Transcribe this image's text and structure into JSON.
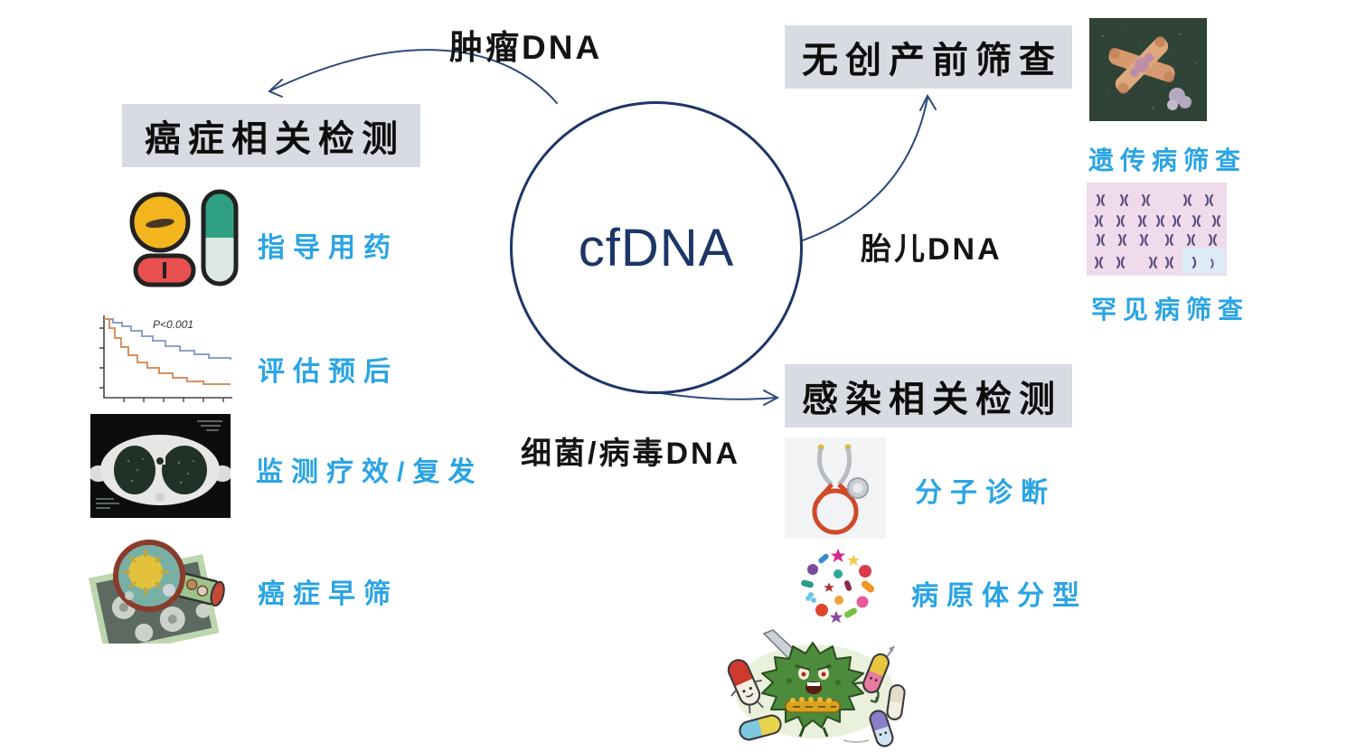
{
  "center": {
    "label": "cfDNA"
  },
  "arrows": {
    "tumor_label": "肿瘤DNA",
    "fetal_label": "胎儿DNA",
    "microbial_label": "细菌/病毒DNA"
  },
  "cancer": {
    "title": "癌症相关检测",
    "items": [
      {
        "name": "guide-medication",
        "label": "指导用药",
        "icon": "pills-icon"
      },
      {
        "name": "assess-prognosis",
        "label": "评估预后",
        "icon": "survival-curve-icon",
        "chart_annotation": "P<0.001"
      },
      {
        "name": "monitor-efficacy-recurrence",
        "label": "监测疗效/复发",
        "icon": "ct-scan-icon"
      },
      {
        "name": "early-cancer-screening",
        "label": "癌症早筛",
        "icon": "magnifier-cells-icon"
      }
    ]
  },
  "prenatal": {
    "title": "无创产前筛查",
    "items": [
      {
        "name": "genetic-disease-screening",
        "label": "遗传病筛查",
        "icon": "chromosome-photo-icon"
      },
      {
        "name": "rare-disease-screening",
        "label": "罕见病筛查",
        "icon": "karyotype-icon"
      }
    ]
  },
  "infection": {
    "title": "感染相关检测",
    "items": [
      {
        "name": "molecular-diagnosis",
        "label": "分子诊断",
        "icon": "stethoscope-icon"
      },
      {
        "name": "pathogen-typing",
        "label": "病原体分型",
        "icon": "pathogens-wheel-icon"
      },
      {
        "name": "superbug-cartoon",
        "label": "",
        "icon": "superbug-cartoon-icon"
      }
    ]
  },
  "colors": {
    "accent_blue": "#2aa4e4",
    "navy": "#1c3667",
    "header_bg": "#d9dbe3"
  }
}
